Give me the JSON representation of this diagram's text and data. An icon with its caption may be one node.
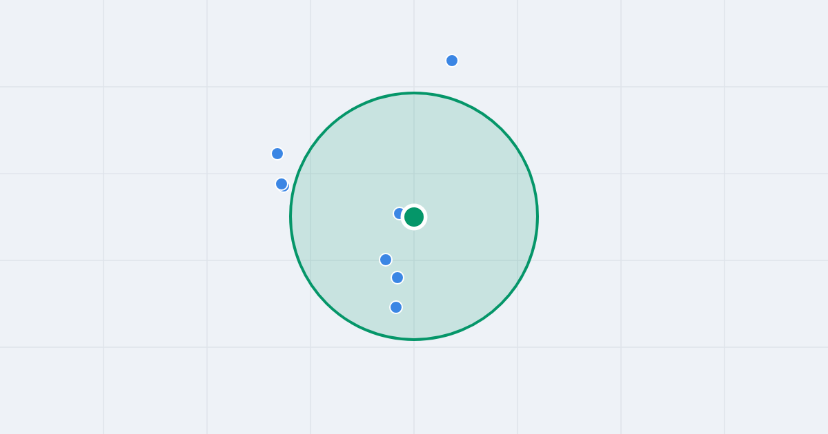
{
  "diagram": {
    "nodes": [
      {
        "text": [],
        "shape": "circle"
      },
      {
        "text": [],
        "shape": "circle"
      },
      {
        "text": [],
        "shape": "circle"
      },
      {
        "text": [],
        "shape": "circle"
      },
      {
        "text": [],
        "shape": "circle"
      },
      {
        "text": [],
        "shape": "circle",
        "in": 4
      },
      {
        "text": [],
        "shape": "circle",
        "in": 4
      },
      {
        "text": [],
        "shape": "circle",
        "in": 4
      },
      {
        "text": [],
        "shape": "circle",
        "in": 4
      },
      {
        "text": [],
        "shape": "circle",
        "in": 4
      }
    ]
  }
}
